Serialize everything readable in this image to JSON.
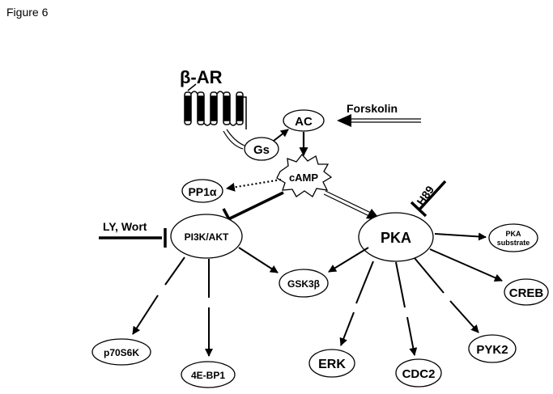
{
  "figure_label": "Figure 6",
  "nodes": {
    "beta_ar": "β-AR",
    "gs": "Gs",
    "ac": "AC",
    "forskolin": "Forskolin",
    "camp": "cAMP",
    "pp1a": "PP1α",
    "h89": "H89",
    "ly_wort": "LY, Wort",
    "pi3k_akt": "PI3K/AKT",
    "pka": "PKA",
    "pka_substrate_1": "PKA",
    "pka_substrate_2": "substrate",
    "gsk3b": "GSK3β",
    "creb": "CREB",
    "p70s6k": "p70S6K",
    "eif4ebp1": "4E-BP1",
    "erk": "ERK",
    "cdc2": "CDC2",
    "pyk2": "PYK2"
  }
}
